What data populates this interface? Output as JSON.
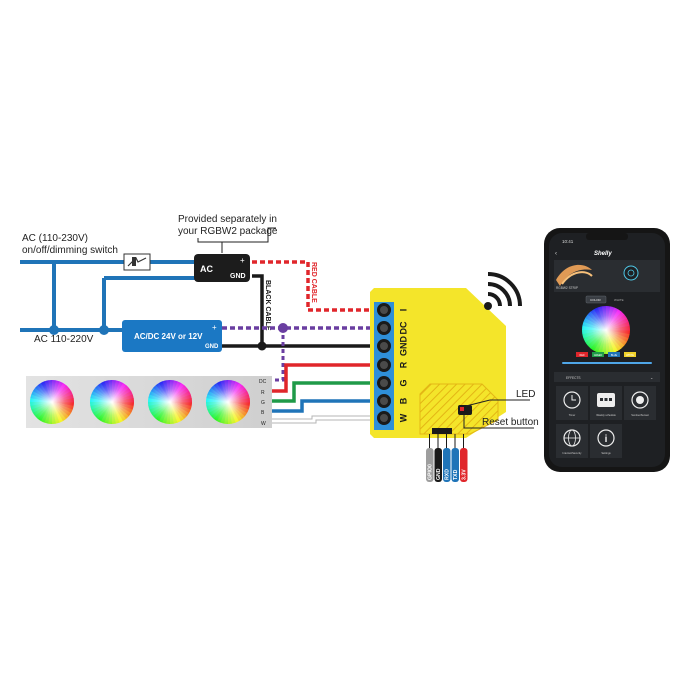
{
  "notes": {
    "provided_separately": "Provided separately in",
    "provided_package": "your RGBW2 package",
    "ac_switch_line1": "AC (110-230V)",
    "ac_switch_line2": "on/off/dimming switch",
    "ac_main": "AC 110-220V",
    "red_cable": "RED CABLE",
    "black_cable": "BLACK CABLE",
    "led": "LED",
    "reset_button": "Reset button"
  },
  "psu_small": {
    "ac": "AC",
    "gnd": "GND",
    "plus": "+"
  },
  "psu_big": {
    "label": "AC/DC 24V or 12V",
    "plus": "+",
    "gnd": "GND"
  },
  "strip_pins": [
    "DC",
    "R",
    "G",
    "B",
    "W"
  ],
  "device_terminals": [
    "I",
    "DC",
    "GND",
    "R",
    "G",
    "B",
    "W"
  ],
  "header_pins": [
    "GPIO0",
    "GND",
    "RXD",
    "TXD",
    "3.3V"
  ],
  "phone": {
    "time": "10:41",
    "brand": "Shelly",
    "device_name": "RGBW2 STRIP",
    "tabs": [
      "COLOR",
      "WHITE"
    ],
    "color_buttons": [
      "RED",
      "GREEN",
      "BLUE",
      "WHITE"
    ],
    "effects_label": "EFFECTS",
    "tiles": [
      "Timer",
      "Weekly schedule",
      "Sunrise/Sunset",
      "Internet/Security",
      "Settings"
    ]
  },
  "colors": {
    "blue_wire": "#1f74b8",
    "red_wire": "#e0262b",
    "green_wire": "#1f9a48",
    "purple_wire": "#6a3ea1",
    "black_wire": "#1a1a1a",
    "device_yellow": "#f4e52a",
    "terminal_blue": "#2f8fd8",
    "psu_blue": "#1b78c4"
  }
}
